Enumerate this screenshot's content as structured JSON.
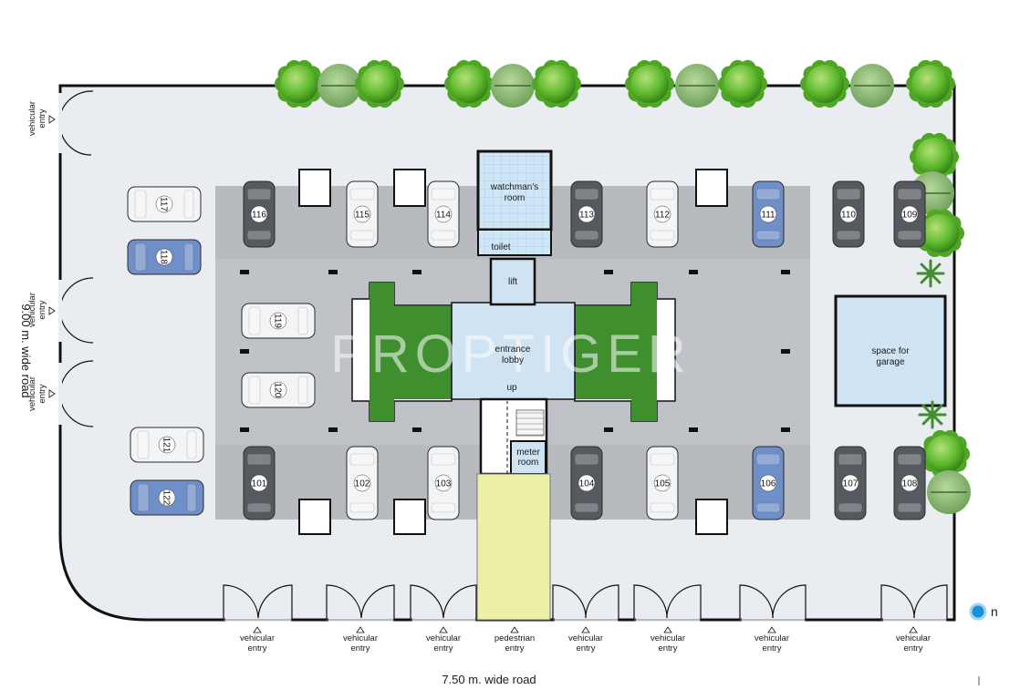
{
  "watermark": "PROPTIGER",
  "rooms": {
    "watchman": [
      "watchman's",
      "room"
    ],
    "toilet": "toilet",
    "lift": "lift",
    "lobby": [
      "entrance",
      "lobby"
    ],
    "up": "up",
    "meter": [
      "meter",
      "room"
    ],
    "garage": [
      "space for",
      "garage"
    ]
  },
  "roads": {
    "bottom": "7.50 m. wide road",
    "left": "9.00 m. wide road"
  },
  "entries": {
    "vehicular": [
      "vehicular",
      "entry"
    ],
    "pedestrian": [
      "pedestrian",
      "entry"
    ]
  },
  "north_label": "n",
  "parking": {
    "top_row": [
      {
        "id": "116",
        "color": "dark"
      },
      {
        "id": "115",
        "color": "white"
      },
      {
        "id": "114",
        "color": "white"
      },
      {
        "id": "113",
        "color": "dark"
      },
      {
        "id": "112",
        "color": "white"
      },
      {
        "id": "111",
        "color": "blue"
      },
      {
        "id": "110",
        "color": "dark"
      },
      {
        "id": "109",
        "color": "dark"
      }
    ],
    "bottom_row": [
      {
        "id": "101",
        "color": "dark"
      },
      {
        "id": "102",
        "color": "white"
      },
      {
        "id": "103",
        "color": "white"
      },
      {
        "id": "104",
        "color": "dark"
      },
      {
        "id": "105",
        "color": "white"
      },
      {
        "id": "106",
        "color": "blue"
      },
      {
        "id": "107",
        "color": "dark"
      },
      {
        "id": "108",
        "color": "dark"
      }
    ],
    "left_column": [
      {
        "id": "117",
        "color": "white"
      },
      {
        "id": "118",
        "color": "blue"
      },
      {
        "id": "119",
        "color": "white"
      },
      {
        "id": "120",
        "color": "white"
      },
      {
        "id": "121",
        "color": "white"
      },
      {
        "id": "122",
        "color": "blue"
      }
    ]
  },
  "colors": {
    "site": "#e9edf2",
    "parking_floor": "#bfc2c6",
    "lawn": "#3f8f2e",
    "lobby": "#cfe3f2",
    "walkway": "#ecefa6",
    "tree": "#5cb82c",
    "car_dark": "#555a60",
    "car_white": "#f3f4f6",
    "car_blue": "#6f8fc8",
    "wall": "#111111",
    "north": "#1a8ed6"
  }
}
